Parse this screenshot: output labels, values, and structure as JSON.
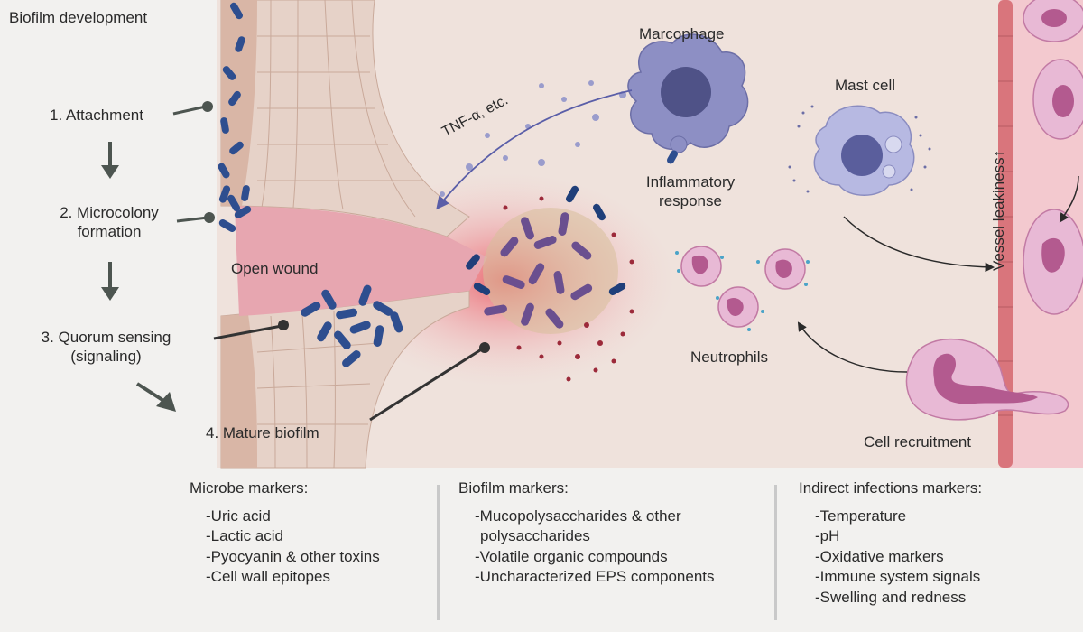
{
  "stages": {
    "title": "Biofilm development",
    "s1": "1. Attachment",
    "s2_line1": "2. Microcolony",
    "s2_line2": "formation",
    "s3_line1": "3. Quorum sensing",
    "s3_line2": "(signaling)",
    "s4": "4. Mature biofilm"
  },
  "labels": {
    "open_wound": "Open wound",
    "macrophage": "Marcophage",
    "tnf": "TNF-α, etc.",
    "inflammatory_line1": "Inflammatory",
    "inflammatory_line2": "response",
    "mast_cell": "Mast cell",
    "neutrophils": "Neutrophils",
    "vessel": "Vessel leakiness↑",
    "cell_recruitment": "Cell recruitment"
  },
  "markers": {
    "microbe": {
      "title": "Microbe markers:",
      "items": [
        "-Uric acid",
        "-Lactic acid",
        "-Pyocyanin & other toxins",
        "-Cell wall epitopes"
      ]
    },
    "biofilm": {
      "title": "Biofilm markers:",
      "items": [
        "-Mucopolysaccharides & other",
        " polysaccharides",
        "-Volatile organic compounds",
        "-Uncharacterized EPS components"
      ]
    },
    "indirect": {
      "title": "Indirect infections markers:",
      "items": [
        "-Temperature",
        "-pH",
        "-Oxidative markers",
        "-Immune system signals",
        "-Swelling and redness"
      ]
    }
  },
  "colors": {
    "tissue": "#efe2dc",
    "wound": "#e7a6b0",
    "bacteria": "#2e4e8f",
    "macrophage": "#8d8fc4",
    "neutrophil": "#e8b9d5",
    "vessel": "#d9757c",
    "arrow": "#4d5550"
  }
}
